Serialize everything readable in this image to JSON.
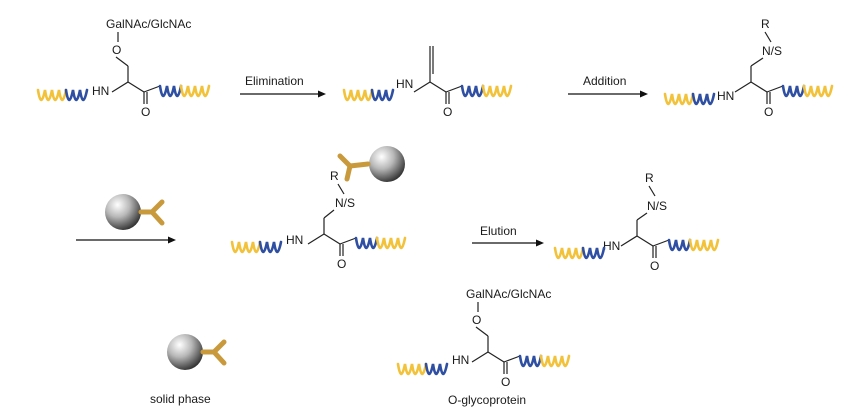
{
  "labels": {
    "sugar": "GalNAc/GlcNAc",
    "oxygen": "O",
    "hn": "HN",
    "r": "R",
    "ns": "N/S"
  },
  "arrows": {
    "elimination": "Elimination",
    "addition": "Addition",
    "elution": "Elution"
  },
  "legend": {
    "solid_phase": "solid phase",
    "o_glycoprotein": "O-glycoprotein"
  },
  "colors": {
    "helix_yellow": "#f2c23a",
    "helix_blue": "#2f4fa3",
    "linker_gold": "#c99a3c",
    "bead_gray": "#8a8a8a"
  }
}
